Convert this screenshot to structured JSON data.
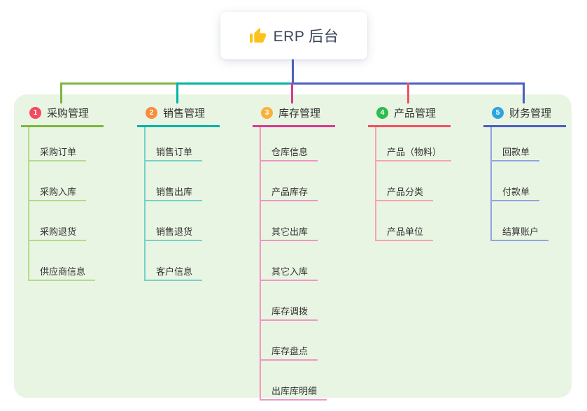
{
  "root": {
    "label": "ERP 后台",
    "icon": "thumbs-up-icon"
  },
  "theme": {
    "canvas_background": "#e9f5e3",
    "page_background": "#ffffff",
    "root_text_color": "#3b4559",
    "node_text_color": "#333333",
    "root_connector_color": "#4a5fc4"
  },
  "branches": [
    {
      "num": "1",
      "title": "采购管理",
      "badge_color": "#f5495f",
      "line_color": "#7cb63e",
      "line_color_light": "#b5da8d",
      "children": [
        "采购订单",
        "采购入库",
        "采购退货",
        "供应商信息"
      ]
    },
    {
      "num": "2",
      "title": "销售管理",
      "badge_color": "#fa8c3d",
      "line_color": "#00b3a4",
      "line_color_light": "#77d1c6",
      "children": [
        "销售订单",
        "销售出库",
        "销售退货",
        "客户信息"
      ]
    },
    {
      "num": "3",
      "title": "库存管理",
      "badge_color": "#fbb03c",
      "line_color": "#d93a92",
      "line_color_light": "#f095c4",
      "children": [
        "仓库信息",
        "产品库存",
        "其它出库",
        "其它入库",
        "库存调拨",
        "库存盘点",
        "出库库明细"
      ]
    },
    {
      "num": "4",
      "title": "产品管理",
      "badge_color": "#2dbd4e",
      "line_color": "#f44f63",
      "line_color_light": "#f9a2ac",
      "children": [
        "产品（物料）",
        "产品分类",
        "产品单位"
      ]
    },
    {
      "num": "5",
      "title": "财务管理",
      "badge_color": "#2da4e0",
      "line_color": "#4a5fc4",
      "line_color_light": "#91a4e0",
      "children": [
        "回款单",
        "付款单",
        "结算账户"
      ]
    }
  ]
}
